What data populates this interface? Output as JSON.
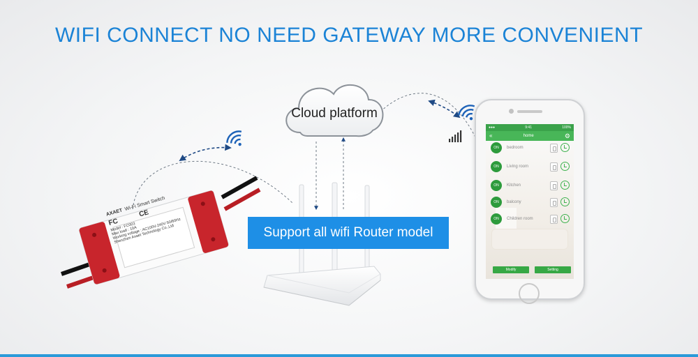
{
  "headline": "WIFI CONNECT  NO NEED GATEWAY  MORE CONVENIENT",
  "cloud": {
    "label": "Cloud platform"
  },
  "router": {
    "caption": "Support all wifi Router model"
  },
  "switch_device": {
    "brand": "AXAET",
    "title": "Wi-Fi Smart Switch",
    "lines": [
      "Model : FC003",
      "Max load : 10A",
      "Working voltage : AC100V-240V 50/60Hz",
      "Shenzhen Axaet Technology Co.,Ltd"
    ]
  },
  "phone": {
    "status_time": "9:41",
    "status_battery": "100%",
    "screen_title": "home",
    "rooms": [
      {
        "toggle": "ON",
        "name": "bedroom"
      },
      {
        "toggle": "ON",
        "name": "Living room"
      },
      {
        "toggle": "ON",
        "name": "Kitchen"
      },
      {
        "toggle": "ON",
        "name": "balcony"
      },
      {
        "toggle": "ON",
        "name": "Children room"
      }
    ],
    "buttons": {
      "modify": "Modify",
      "setting": "Setting"
    }
  },
  "colors": {
    "headline": "#1b83d6",
    "caption_box": "#1e8fe6",
    "app_green": "#48b658",
    "switch_red": "#c8252c",
    "signal_blue": "#1e63b8",
    "arrow_navy": "#1f4a85"
  },
  "icons": [
    "wifi-icon",
    "signal-bars-icon",
    "gear-icon",
    "back-icon",
    "clock-icon",
    "plug-icon",
    "fc-mark-icon",
    "ce-mark-icon"
  ]
}
